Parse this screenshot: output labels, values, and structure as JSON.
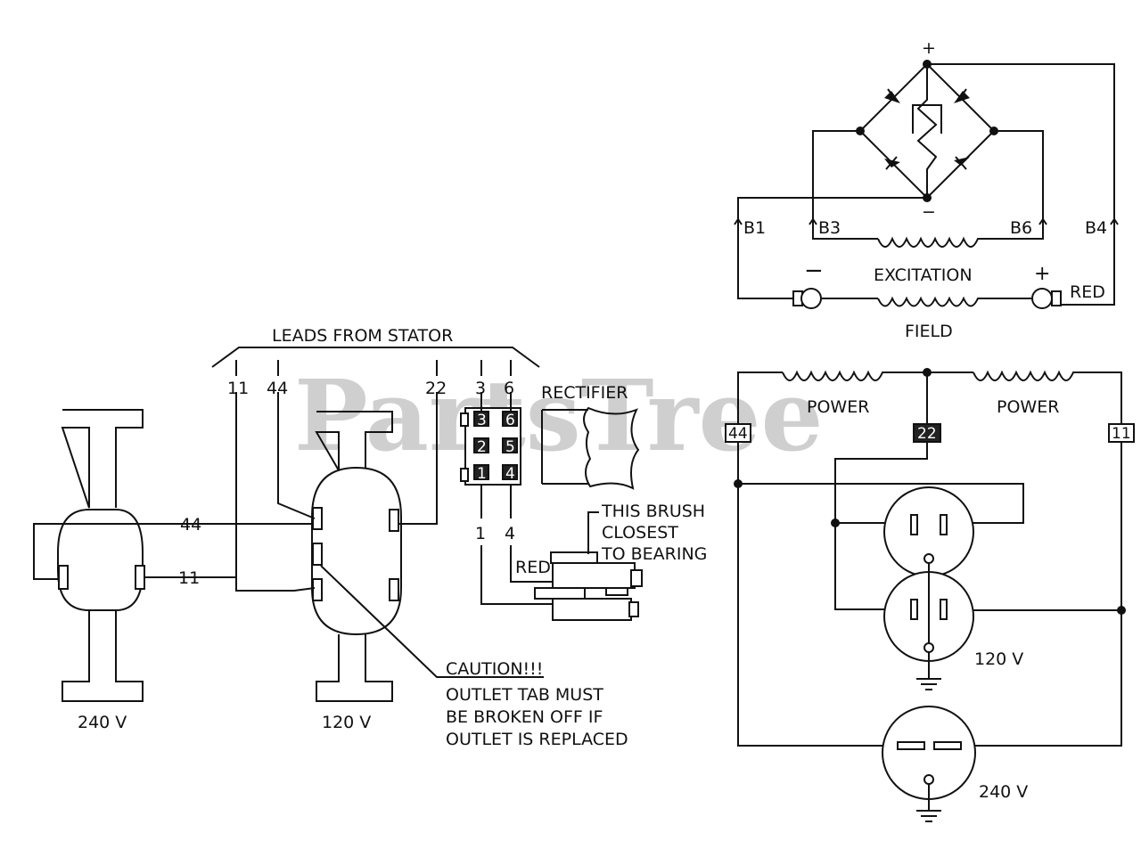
{
  "watermark": "PartsTree",
  "labels": {
    "leads_from_stator": "LEADS FROM STATOR",
    "lead_11": "11",
    "lead_44": "44",
    "lead_22": "22",
    "lead_3": "3",
    "lead_6": "6",
    "rectifier": "RECTIFIER",
    "term_3": "3",
    "term_6": "6",
    "term_2": "2",
    "term_5": "5",
    "term_1": "1",
    "term_4": "4",
    "wire_1": "1",
    "wire_4": "4",
    "red_brush": "RED",
    "brush_note_1": "THIS BRUSH",
    "brush_note_2": "CLOSEST",
    "brush_note_3": "TO BEARING",
    "wire_44": "44",
    "wire_11": "11",
    "outlet_240_left": "240 V",
    "outlet_120_left": "120 V",
    "caution_1": "CAUTION!!!",
    "caution_2": "OUTLET TAB MUST",
    "caution_3": "BE BROKEN OFF IF",
    "caution_4": "OUTLET IS REPLACED",
    "bridge_plus": "+",
    "bridge_minus": "−",
    "b1": "B1",
    "b3": "B3",
    "b6": "B6",
    "b4": "B4",
    "excitation": "EXCITATION",
    "field": "FIELD",
    "field_minus": "−",
    "field_plus": "+",
    "red_field": "RED",
    "power_left": "POWER",
    "power_right": "POWER",
    "tag_44": "44",
    "tag_22": "22",
    "tag_11": "11",
    "outlet_120_right": "120 V",
    "outlet_240_right": "240 V"
  }
}
